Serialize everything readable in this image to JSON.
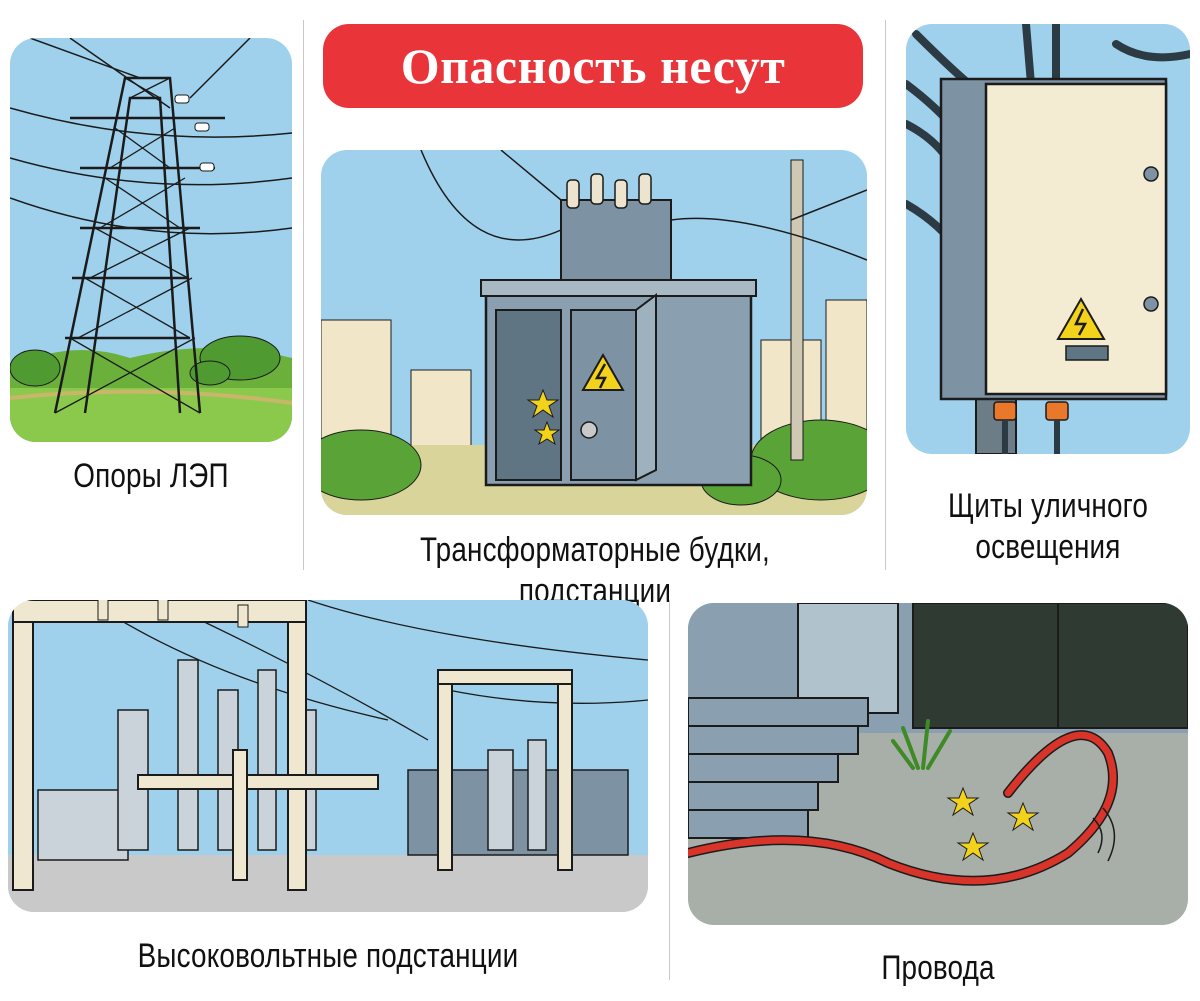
{
  "header": {
    "title": "Опасность несут"
  },
  "captions": {
    "towers": "Опоры ЛЭП",
    "transformer": "Трансформаторные будки, подстанции",
    "lighting_line1": "Щиты уличного",
    "lighting_line2": "освещения",
    "substations": "Высоковольтные подстанции",
    "wires": "Провода"
  },
  "colors": {
    "banner": "#e9343a",
    "sky": "#9fd1ec",
    "grass": "#7fbf45",
    "hazard_yellow": "#f3d21b",
    "wire_red": "#d8342a"
  },
  "icons": [
    "power-tower-icon",
    "transformer-booth-icon",
    "electrical-panel-icon",
    "substation-icon",
    "cable-wire-icon",
    "high-voltage-warning-icon",
    "spark-icon"
  ]
}
